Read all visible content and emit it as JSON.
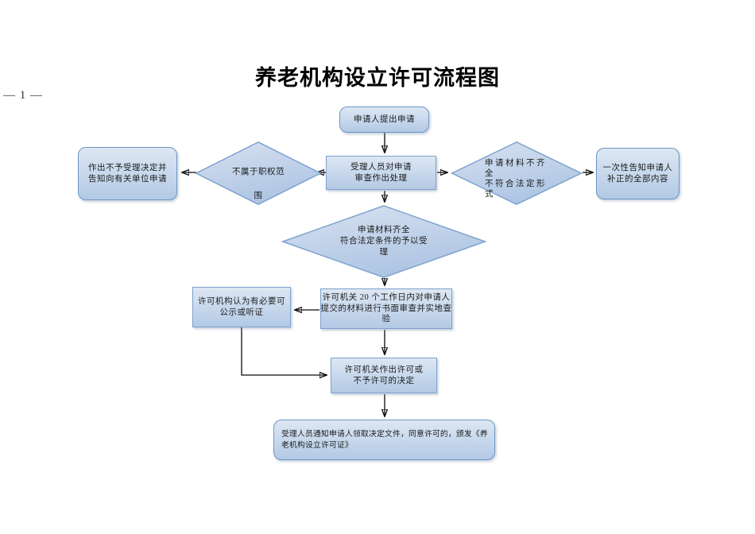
{
  "page": {
    "title": "养老机构设立许可流程图",
    "page_marker": "— 1 —"
  },
  "flow": {
    "nodes": {
      "start": {
        "label": "申请人提出申请"
      },
      "review": {
        "label": "受理人员对申请\n审查作出处理"
      },
      "outside_authority": {
        "label": "不属于职权范\n围"
      },
      "reject": {
        "label": "作出不予受理决定并\n告知向有关单位申请"
      },
      "incomplete": {
        "label": "申请材料不齐\n全\n不符合法定形\n式"
      },
      "onetime": {
        "label": "一次性告知申请人\n补正的全部内容"
      },
      "accept": {
        "label": "申请材料齐全\n符合法定条件的予以受\n理"
      },
      "hearing": {
        "label": "许可机构认为有必要可\n公示或听证"
      },
      "inspect": {
        "label": "许可机关 20 个工作日内对申请人\n提交的材料进行书面审查并实地查\n验"
      },
      "decide": {
        "label": "许可机关作出许可或\n不予许可的决定"
      },
      "issue": {
        "label": "受理人员通知申请人领取决定文件，同意许可的，颁发《养\n老机构设立许可证》"
      }
    },
    "colors": {
      "node_fill_light": "#dde7f3",
      "node_fill_dark": "#b3c9e4",
      "node_border": "#7ea3cd",
      "connector": "#0b0b0b"
    }
  }
}
